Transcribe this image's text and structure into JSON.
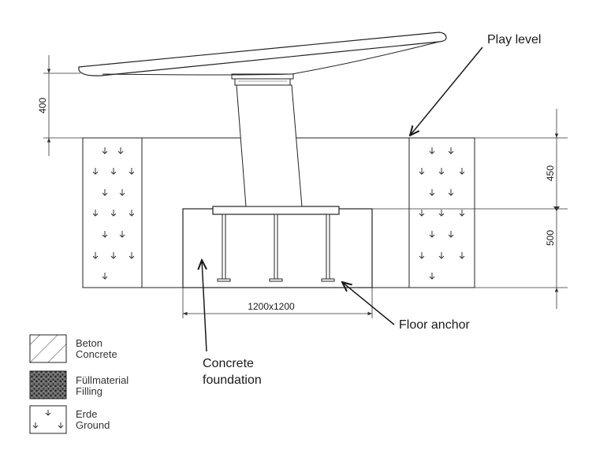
{
  "labels": {
    "play_level": "Play level",
    "floor_anchor": "Floor anchor",
    "concrete_foundation_1": "Concrete",
    "concrete_foundation_2": "foundation"
  },
  "dimensions": {
    "height_above_ground": "400",
    "filling_depth": "450",
    "foundation_depth": "500",
    "foundation_size": "1200x1200"
  },
  "legend": [
    {
      "pattern": "hatch",
      "line1": "Beton",
      "line2": "Concrete"
    },
    {
      "pattern": "filling",
      "line1": "Füllmaterial",
      "line2": "Filling"
    },
    {
      "pattern": "ground",
      "line1": "Erde",
      "line2": "Ground"
    }
  ],
  "colors": {
    "line": "#222222",
    "text": "#1a1a1a",
    "filling_fill": "#555555"
  }
}
